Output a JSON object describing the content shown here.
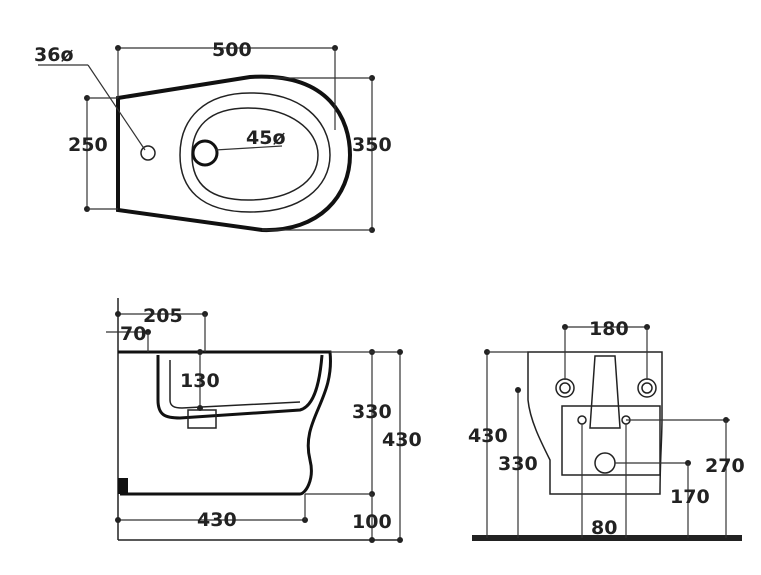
{
  "top_view": {
    "width": "500",
    "depth": "350",
    "rear_height": "250",
    "tap_hole": "36ø",
    "drain_hole": "45ø"
  },
  "side_view": {
    "rear_offset": "205",
    "inlet_offset": "70",
    "drain_height": "130",
    "projection": "430",
    "rim_height": "330",
    "total_height": "430",
    "foot": "100"
  },
  "rear_view": {
    "bolt_spacing": "180",
    "total_height": "430",
    "inlet_height": "330",
    "outlet_height": "270",
    "outlet_low": "170",
    "center": "80"
  },
  "colors": {
    "line": "#111111",
    "text": "#222222",
    "floor": "#222222"
  }
}
